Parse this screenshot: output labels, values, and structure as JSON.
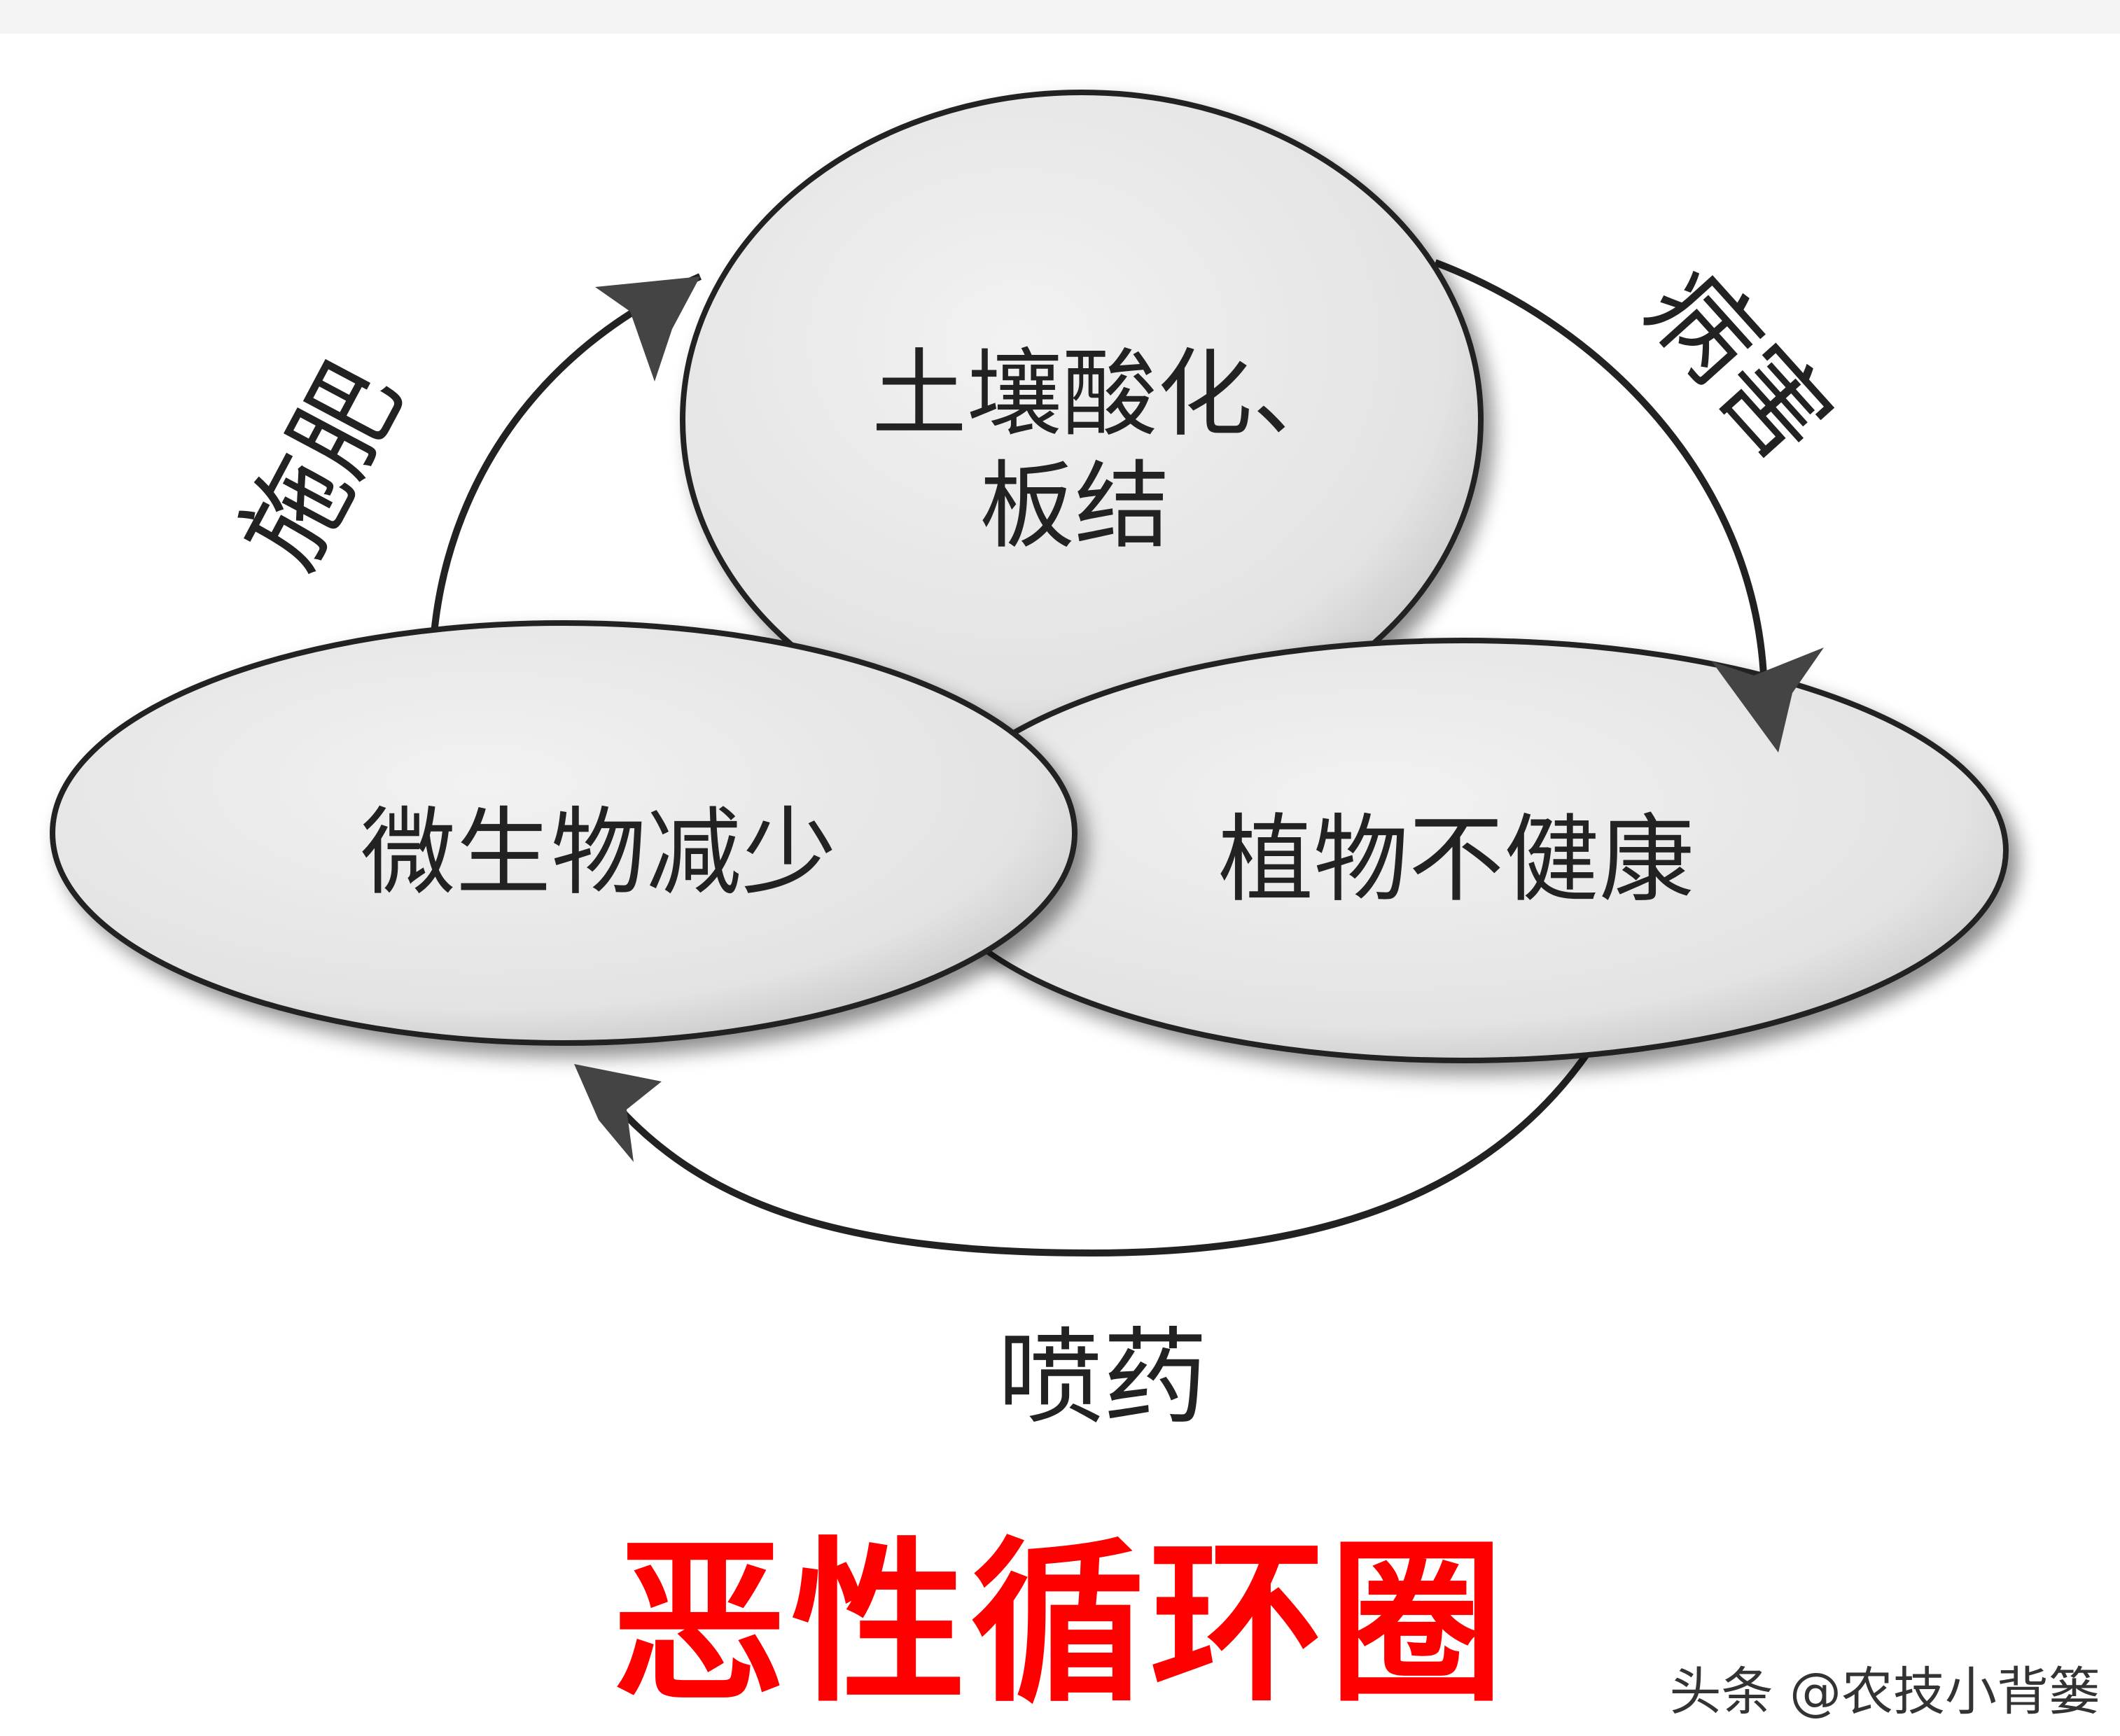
{
  "diagram": {
    "nodes": [
      {
        "id": "soil",
        "lines": [
          "土壤酸化、",
          "板结"
        ]
      },
      {
        "id": "plant",
        "lines": [
          "植物不健康"
        ]
      },
      {
        "id": "microbe",
        "lines": [
          "微生物减少"
        ]
      }
    ],
    "edges": [
      {
        "from": "microbe",
        "to": "soil",
        "label": "施肥"
      },
      {
        "from": "soil",
        "to": "plant",
        "label": "病害"
      },
      {
        "from": "plant",
        "to": "microbe",
        "label": "喷药"
      }
    ]
  },
  "title": {
    "text": "恶性循环圈",
    "color": "#ff0000"
  },
  "watermark": {
    "text": "头条 @农技小背篓"
  },
  "colors": {
    "ellipse_fill": "#e6e6e6",
    "stroke": "#222222",
    "arrow": "#444444"
  }
}
